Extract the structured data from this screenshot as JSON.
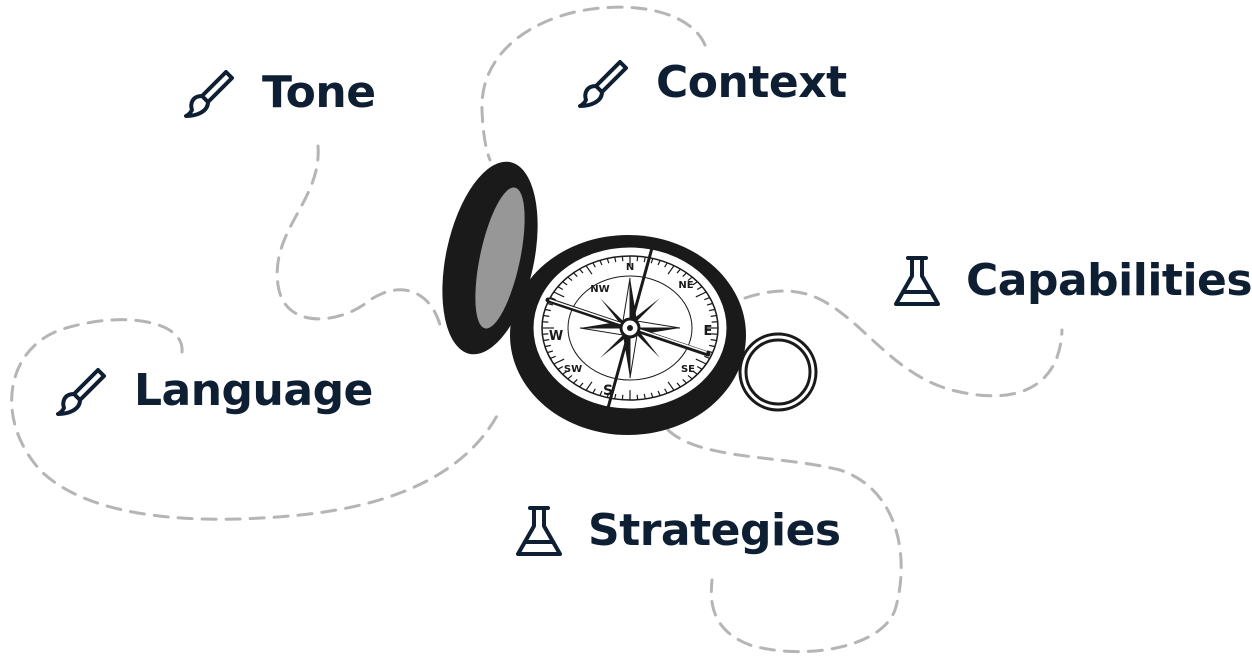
{
  "colors": {
    "text": "#0f1f33",
    "icon": "#0f1f33",
    "path": "#b5b5b5",
    "ink": "#1a1a1a"
  },
  "labels": {
    "tone": {
      "text": "Tone",
      "icon": "brush-icon"
    },
    "context": {
      "text": "Context",
      "icon": "brush-icon"
    },
    "capabilities": {
      "text": "Capabilities",
      "icon": "flask-icon"
    },
    "language": {
      "text": "Language",
      "icon": "brush-icon"
    },
    "strategies": {
      "text": "Strategies",
      "icon": "flask-icon"
    }
  },
  "compass": {
    "directions": [
      "N",
      "NE",
      "E",
      "SE",
      "S",
      "SW",
      "W",
      "NW"
    ]
  }
}
